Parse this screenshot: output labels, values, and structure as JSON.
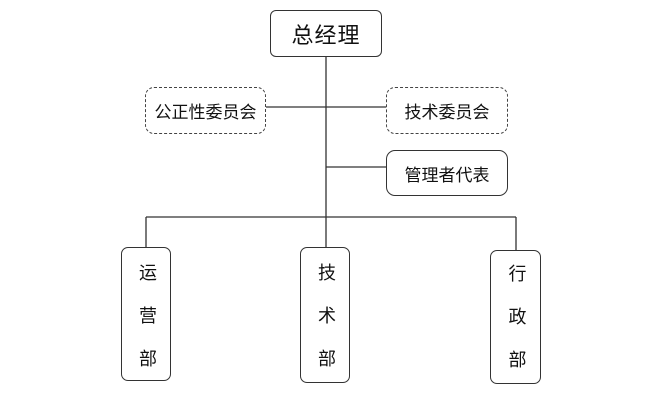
{
  "org_chart": {
    "general_manager": {
      "label": "总经理"
    },
    "committees": [
      {
        "label": "公正性委员会"
      },
      {
        "label": "技术委员会"
      }
    ],
    "management_representative": {
      "label": "管理者代表"
    },
    "departments": [
      {
        "label": "运营部"
      },
      {
        "label": "技术部"
      },
      {
        "label": "行政部"
      }
    ]
  },
  "colors": {
    "line": "#333333",
    "text": "#111111",
    "background": "#ffffff"
  }
}
